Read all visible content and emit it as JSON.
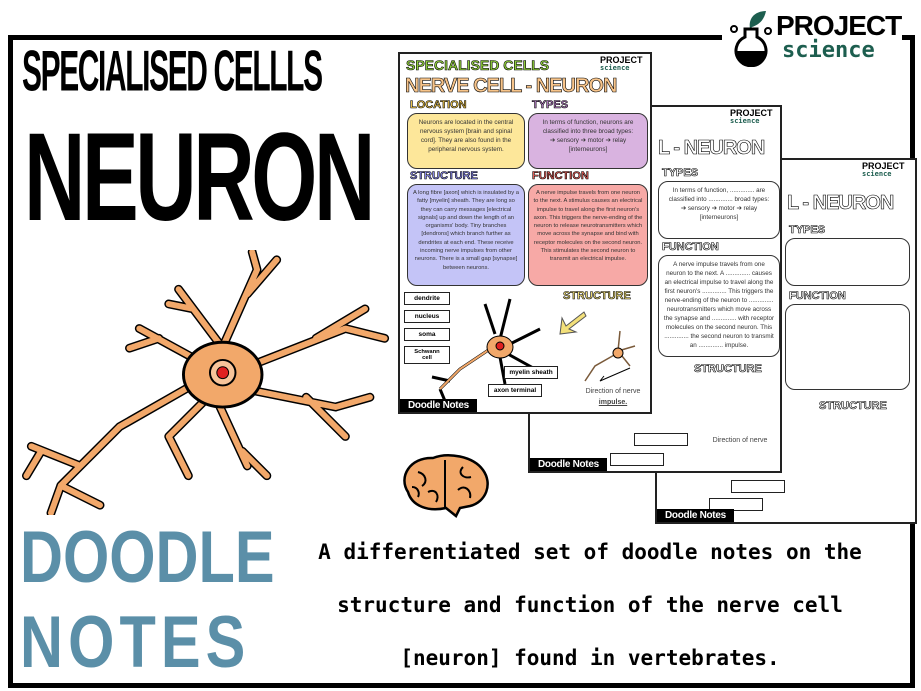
{
  "logo": {
    "line1": "PROJECT",
    "line2": "science"
  },
  "left": {
    "title_line1": "SPECIALISED CELLLS",
    "title_line2": "NEURON",
    "doodle": "DOODLE",
    "notes": "NOTES"
  },
  "description": [
    "A differentiated set of doodle notes on the",
    "structure and function of the nerve cell",
    "[neuron] found in vertebrates."
  ],
  "page1": {
    "subtitle": "SPECIALISED CELLS",
    "title": "NERVE CELL - NEURON",
    "location": {
      "heading": "LOCATION",
      "text": "Neurons are located in the central nervous system [brain and spinal cord]. They are also found in the peripheral nervous system."
    },
    "types": {
      "heading": "TYPES",
      "text": "In terms of function, neurons are classified into three broad types:",
      "list": "➔ sensory ➔ motor ➔ relay [interneurons]"
    },
    "structure": {
      "heading": "STRUCTURE",
      "text": "A long fibre [axon] which is insulated by a fatty [myelin] sheath. They are long so they can carry messages [electrical signals] up and down the length of an organisms' body. Tiny branches [dendrons] which branch further as dendrites at each end. These receive incoming nerve impulses from other neurons. There is a small gap [synapse] between neurons."
    },
    "function": {
      "heading": "FUNCTION",
      "text": "A nerve impulse travels from one neuron to the next. A stimulus causes an electrical impulse to travel along the first neuron's axon. This triggers the nerve-ending of the neuron to release neurotransmitters which move across the synapse and bind with receptor molecules on the second neuron. This stimulates the second neuron to transmit an electrical impulse."
    },
    "structure_heading": "STRUCTURE",
    "labels": [
      "dendrite",
      "nucleus",
      "soma",
      "Schwann cell",
      "myelin sheath",
      "axon terminal"
    ],
    "direction": "Direction of nerve",
    "direction2": "impulse.",
    "footer": "Doodle Notes"
  },
  "page2": {
    "title": "L - NEURON",
    "types": {
      "heading": "TYPES",
      "text": "In terms of function, .............. are classified into .............. broad types:",
      "list": "➔ sensory ➔ motor ➔ relay [interneurons]"
    },
    "function": {
      "heading": "FUNCTION",
      "text": "A nerve impulse travels from one neuron to the next. A .............. causes an electrical impulse to travel along the first neuron's .............. This triggers the nerve-ending of the neuron to .............. neurotransmitters which move across the synapse and .............. with receptor molecules on the second neuron. This .............. the second neuron to transmit an .............. impulse."
    },
    "structure_heading": "STRUCTURE",
    "direction": "Direction of nerve",
    "footer": "Doodle Notes"
  },
  "page3": {
    "title": "L - NEURON",
    "types_heading": "TYPES",
    "function_heading": "FUNCTION",
    "structure_heading": "STRUCTURE",
    "footer": "Doodle Notes"
  },
  "colors": {
    "doodle_blue": "#5b8fa8",
    "neuron_orange": "#f2a86a",
    "location": "#fde79a",
    "types": "#d9b3e0",
    "structure": "#c4c4f7",
    "function": "#f7a9a6",
    "logo_green": "#1d5e4f"
  }
}
